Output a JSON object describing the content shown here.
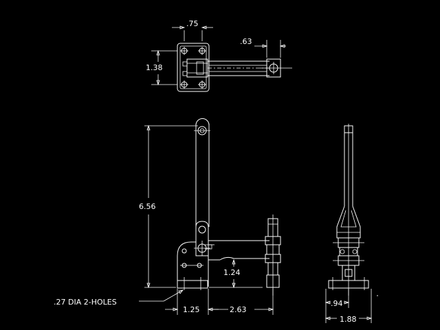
{
  "drawing": {
    "top_view": {
      "dim_width": ".75",
      "dim_height": "1.38",
      "dim_spindle_offset": ".63"
    },
    "side_view": {
      "dim_handle_height": "6.56",
      "dim_spindle_height": "1.24",
      "dim_base_width": "1.25",
      "dim_reach": "2.63",
      "hole_note": ".27 DIA 2-HOLES"
    },
    "end_view": {
      "dim_inner_width": ".94",
      "dim_base_width": "1.88"
    }
  }
}
